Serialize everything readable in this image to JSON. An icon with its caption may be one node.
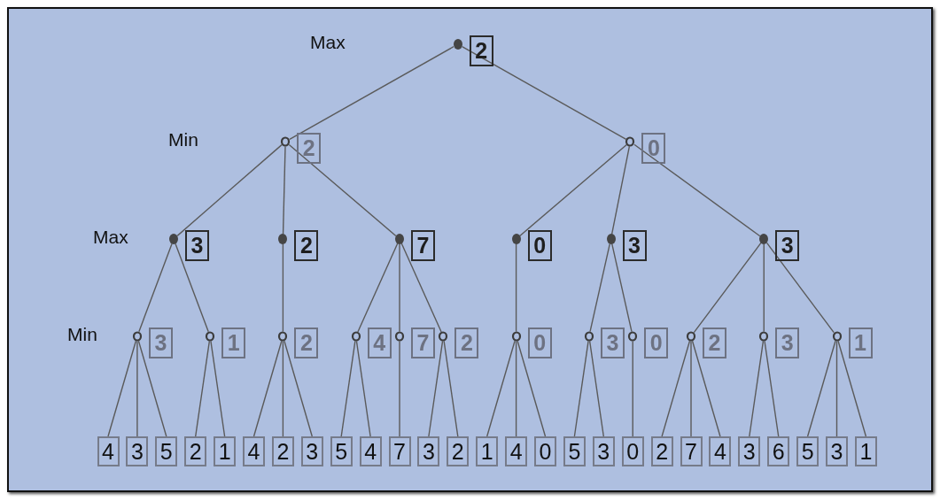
{
  "diagram": {
    "nodes": [
      {
        "text": [
          "2"
        ]
      },
      {
        "text": [
          "2"
        ]
      },
      {
        "text": [
          "0"
        ]
      },
      {
        "text": [
          "3"
        ]
      },
      {
        "text": [
          "2"
        ]
      },
      {
        "text": [
          "7"
        ]
      },
      {
        "text": [
          "0"
        ]
      },
      {
        "text": [
          "3"
        ]
      },
      {
        "text": [
          "3"
        ]
      },
      {
        "text": [
          "3"
        ]
      },
      {
        "text": [
          "1"
        ]
      },
      {
        "text": [
          "2"
        ]
      },
      {
        "text": [
          "4"
        ]
      },
      {
        "text": [
          "7"
        ]
      },
      {
        "text": [
          "2"
        ]
      },
      {
        "text": [
          "0"
        ]
      },
      {
        "text": [
          "3"
        ]
      },
      {
        "text": [
          "0"
        ]
      },
      {
        "text": [
          "2"
        ]
      },
      {
        "text": [
          "3"
        ]
      },
      {
        "text": [
          "1"
        ]
      },
      {
        "text": [
          "4"
        ]
      },
      {
        "text": [
          "3"
        ]
      },
      {
        "text": [
          "5"
        ]
      },
      {
        "text": [
          "2"
        ]
      },
      {
        "text": [
          "1"
        ]
      },
      {
        "text": [
          "4"
        ]
      },
      {
        "text": [
          "2"
        ]
      },
      {
        "text": [
          "3"
        ]
      },
      {
        "text": [
          "5"
        ]
      },
      {
        "text": [
          "4"
        ]
      },
      {
        "text": [
          "7"
        ]
      },
      {
        "text": [
          "3"
        ]
      },
      {
        "text": [
          "2"
        ]
      },
      {
        "text": [
          "1"
        ]
      },
      {
        "text": [
          "4"
        ]
      },
      {
        "text": [
          "0"
        ]
      },
      {
        "text": [
          "5"
        ]
      },
      {
        "text": [
          "3"
        ]
      },
      {
        "text": [
          "0"
        ]
      },
      {
        "text": [
          "2"
        ]
      },
      {
        "text": [
          "7"
        ]
      },
      {
        "text": [
          "4"
        ]
      },
      {
        "text": [
          "3"
        ]
      },
      {
        "text": [
          "6"
        ]
      },
      {
        "text": [
          "5"
        ]
      },
      {
        "text": [
          "3"
        ]
      },
      {
        "text": [
          "1"
        ]
      }
    ],
    "edges": [
      {
        "from": 0,
        "to": 1,
        "arrow": "none"
      },
      {
        "from": 0,
        "to": 2,
        "arrow": "none"
      },
      {
        "from": 1,
        "to": 3,
        "arrow": "none"
      },
      {
        "from": 1,
        "to": 4,
        "arrow": "none"
      },
      {
        "from": 1,
        "to": 5,
        "arrow": "none"
      },
      {
        "from": 2,
        "to": 6,
        "arrow": "none"
      },
      {
        "from": 2,
        "to": 7,
        "arrow": "none"
      },
      {
        "from": 2,
        "to": 8,
        "arrow": "none"
      },
      {
        "from": 3,
        "to": 9,
        "arrow": "none"
      },
      {
        "from": 3,
        "to": 10,
        "arrow": "none"
      },
      {
        "from": 4,
        "to": 11,
        "arrow": "none"
      },
      {
        "from": 5,
        "to": 12,
        "arrow": "none"
      },
      {
        "from": 5,
        "to": 13,
        "arrow": "none"
      },
      {
        "from": 5,
        "to": 14,
        "arrow": "none"
      },
      {
        "from": 6,
        "to": 15,
        "arrow": "none"
      },
      {
        "from": 7,
        "to": 16,
        "arrow": "none"
      },
      {
        "from": 7,
        "to": 17,
        "arrow": "none"
      },
      {
        "from": 8,
        "to": 18,
        "arrow": "none"
      },
      {
        "from": 8,
        "to": 19,
        "arrow": "none"
      },
      {
        "from": 8,
        "to": 20,
        "arrow": "none"
      },
      {
        "from": 9,
        "to": 21,
        "arrow": "none"
      },
      {
        "from": 9,
        "to": 22,
        "arrow": "none"
      },
      {
        "from": 9,
        "to": 23,
        "arrow": "none"
      },
      {
        "from": 10,
        "to": 24,
        "arrow": "none"
      },
      {
        "from": 10,
        "to": 25,
        "arrow": "none"
      },
      {
        "from": 11,
        "to": 26,
        "arrow": "none"
      },
      {
        "from": 11,
        "to": 27,
        "arrow": "none"
      },
      {
        "from": 11,
        "to": 28,
        "arrow": "none"
      },
      {
        "from": 12,
        "to": 29,
        "arrow": "none"
      },
      {
        "from": 12,
        "to": 30,
        "arrow": "none"
      },
      {
        "from": 13,
        "to": 31,
        "arrow": "none"
      },
      {
        "from": 14,
        "to": 32,
        "arrow": "none"
      },
      {
        "from": 14,
        "to": 33,
        "arrow": "none"
      },
      {
        "from": 15,
        "to": 34,
        "arrow": "none"
      },
      {
        "from": 15,
        "to": 35,
        "arrow": "none"
      },
      {
        "from": 15,
        "to": 36,
        "arrow": "none"
      },
      {
        "from": 16,
        "to": 37,
        "arrow": "none"
      },
      {
        "from": 16,
        "to": 38,
        "arrow": "none"
      },
      {
        "from": 17,
        "to": 39,
        "arrow": "none"
      },
      {
        "from": 18,
        "to": 40,
        "arrow": "none"
      },
      {
        "from": 18,
        "to": 41,
        "arrow": "none"
      },
      {
        "from": 18,
        "to": 42,
        "arrow": "none"
      },
      {
        "from": 19,
        "to": 43,
        "arrow": "none"
      },
      {
        "from": 19,
        "to": 44,
        "arrow": "none"
      },
      {
        "from": 20,
        "to": 45,
        "arrow": "none"
      },
      {
        "from": 20,
        "to": 46,
        "arrow": "none"
      },
      {
        "from": 20,
        "to": 47,
        "arrow": "none"
      }
    ],
    "labels": [
      "Max",
      "Min",
      "Max",
      "Min"
    ]
  }
}
